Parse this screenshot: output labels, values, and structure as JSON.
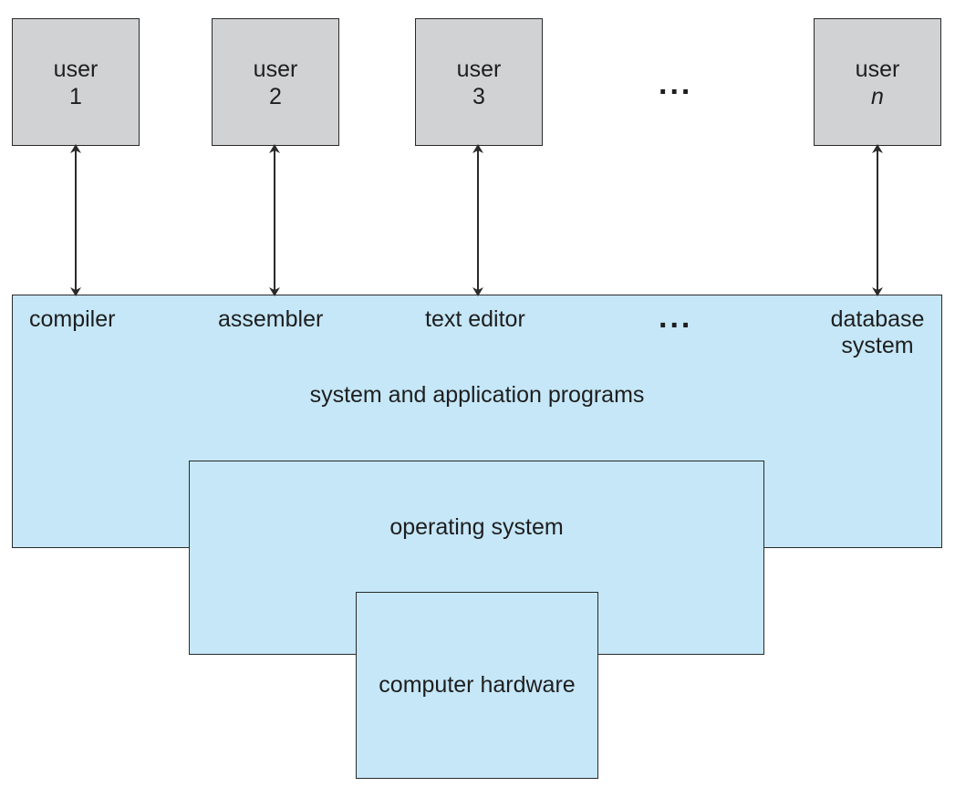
{
  "users": [
    {
      "line1": "user",
      "line2": "1"
    },
    {
      "line1": "user",
      "line2": "2"
    },
    {
      "line1": "user",
      "line2": "3"
    },
    {
      "line1": "user",
      "line2": "n"
    }
  ],
  "ellipsis_top": "...",
  "ellipsis_programs": "...",
  "programs": {
    "compiler": "compiler",
    "assembler": "assembler",
    "text_editor": "text editor",
    "database_line1": "database",
    "database_line2": "system"
  },
  "layers": {
    "applications": "system and application programs",
    "os": "operating system",
    "hardware": "computer hardware"
  },
  "colors": {
    "user_box": "#d1d2d4",
    "layer_fill": "#c5e7f8",
    "stroke": "#2a2a2a"
  }
}
